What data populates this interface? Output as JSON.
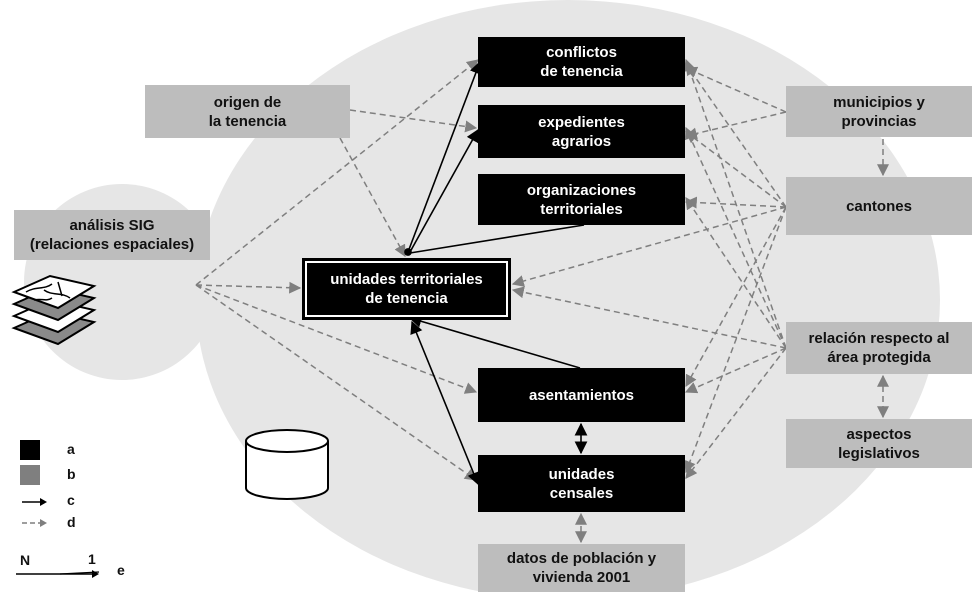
{
  "colors": {
    "dark": "#000000",
    "grey": "#bdbdbd",
    "background_disc": "#e6e6e6",
    "dashed_link": "#7f7f7f",
    "solid_link": "#000000",
    "legend_b": "#7f7f7f"
  },
  "nodes": {
    "conflictos": "conflictos\nde tenencia",
    "expedientes": "expedientes\nagrarios",
    "organizaciones": "organizaciones\nterritoriales",
    "unidades_territoriales": "unidades territoriales\nde tenencia",
    "asentamientos": "asentamientos",
    "unidades_censales": "unidades\ncensales",
    "origen": "origen de\nla tenencia",
    "analisis_sig": "análisis SIG\n(relaciones espaciales)",
    "municipios": "municipios y\nprovincias",
    "cantones": "cantones",
    "relacion_area": "relación respecto al\nárea protegida",
    "aspectos": "aspectos\nlegislativos",
    "datos_poblacion": "datos de población y\nvivienda 2001"
  },
  "legend": {
    "a": "a",
    "b": "b",
    "c": "c",
    "d": "d",
    "e": "e",
    "north": "N",
    "scale": "1"
  }
}
